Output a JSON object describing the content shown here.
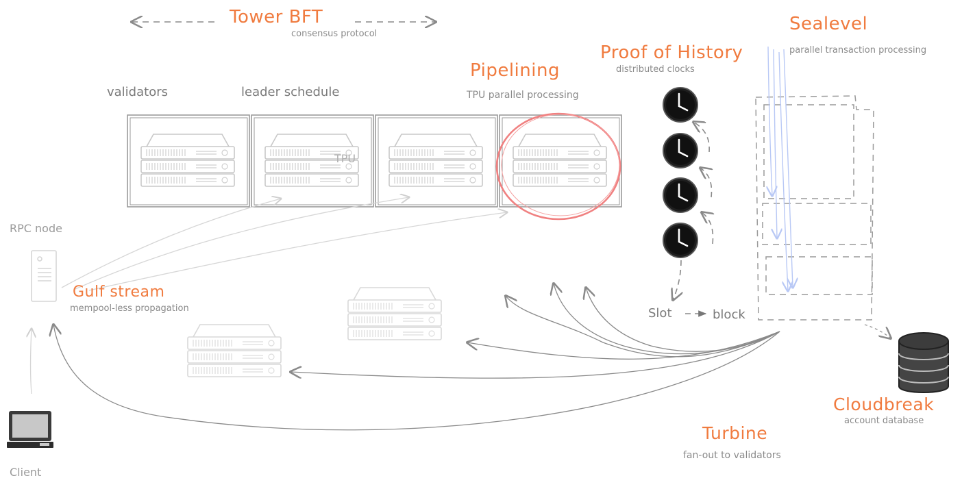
{
  "labels": {
    "tower_bft": "Tower BFT",
    "tower_bft_sub": "consensus protocol",
    "pipelining": "Pipelining",
    "pipelining_sub": "TPU parallel processing",
    "poh": "Proof of History",
    "poh_sub": "distributed clocks",
    "sealevel": "Sealevel",
    "sealevel_sub": "parallel transaction processing",
    "validators": "validators",
    "leader_schedule": "leader schedule",
    "tpu": "TPU",
    "rpc_node": "RPC node",
    "gulf_stream": "Gulf stream",
    "gulf_stream_sub": "mempool-less propagation",
    "slot": "Slot",
    "block": "block",
    "cloudbreak": "Cloudbreak",
    "cloudbreak_sub": "account database",
    "turbine": "Turbine",
    "turbine_sub": "fan-out to validators",
    "client": "Client"
  },
  "colors": {
    "accent": "#f07b3f",
    "pipeline_circle": "#f08080",
    "sealevel_arrows": "#b8c8f5",
    "ink": "#777777",
    "faint": "#d0d0d0"
  },
  "icons": [
    "clock-icon",
    "server-rack-icon",
    "database-icon",
    "computer-icon",
    "server-tower-icon"
  ]
}
